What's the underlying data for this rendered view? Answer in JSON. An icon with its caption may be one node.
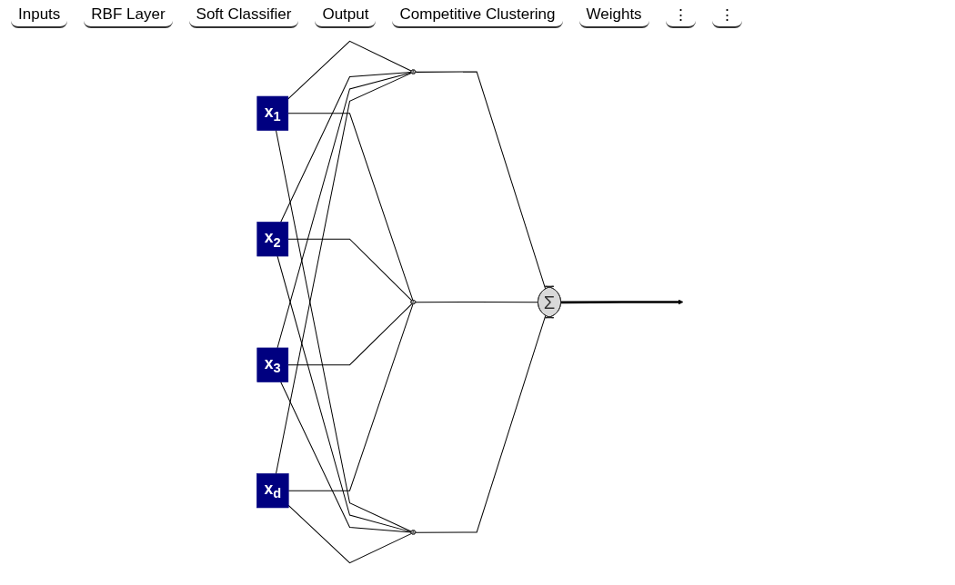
{
  "diagram": {
    "nodes": [
      {
        "text": [
          "x$_{1}$"
        ]
      },
      {
        "text": [
          "x$_{2}$"
        ]
      },
      {
        "text": [
          "x$_{3}$"
        ]
      },
      {
        "text": [
          "x$_{d}$"
        ]
      },
      {
        "text": [],
        "shape": "ellipse"
      },
      {
        "text": [],
        "shape": "ellipse"
      },
      {
        "text": [],
        "shape": "ellipse"
      },
      {
        "text": [
          "Σ"
        ]
      }
    ],
    "edges": [
      {
        "from": 0,
        "to": 4,
        "arrow": "none"
      },
      {
        "from": 0,
        "to": 5,
        "arrow": "none"
      },
      {
        "from": 0,
        "to": 6,
        "arrow": "none"
      },
      {
        "from": 1,
        "to": 4,
        "arrow": "none"
      },
      {
        "from": 1,
        "to": 5,
        "arrow": "none"
      },
      {
        "from": 1,
        "to": 6,
        "arrow": "none"
      },
      {
        "from": 2,
        "to": 4,
        "arrow": "none"
      },
      {
        "from": 2,
        "to": 5,
        "arrow": "none"
      },
      {
        "from": 2,
        "to": 6,
        "arrow": "none"
      },
      {
        "from": 3,
        "to": 4,
        "arrow": "none"
      },
      {
        "from": 3,
        "to": 5,
        "arrow": "none"
      },
      {
        "from": 3,
        "to": 6,
        "arrow": "none"
      },
      {
        "from": 4,
        "to": 7,
        "arrow": "none"
      },
      {
        "from": 5,
        "to": 7,
        "arrow": "none"
      },
      {
        "from": 6,
        "to": 7,
        "arrow": "none"
      },
      {
        "from": 7,
        "to": null,
        "arrow": "to",
        "style": "thick"
      }
    ],
    "labels": [
      "Inputs",
      "RBF Layer",
      "Soft Classifier",
      "Output",
      "Competitive Clustering",
      "Weights",
      "⋮",
      "⋮"
    ]
  }
}
